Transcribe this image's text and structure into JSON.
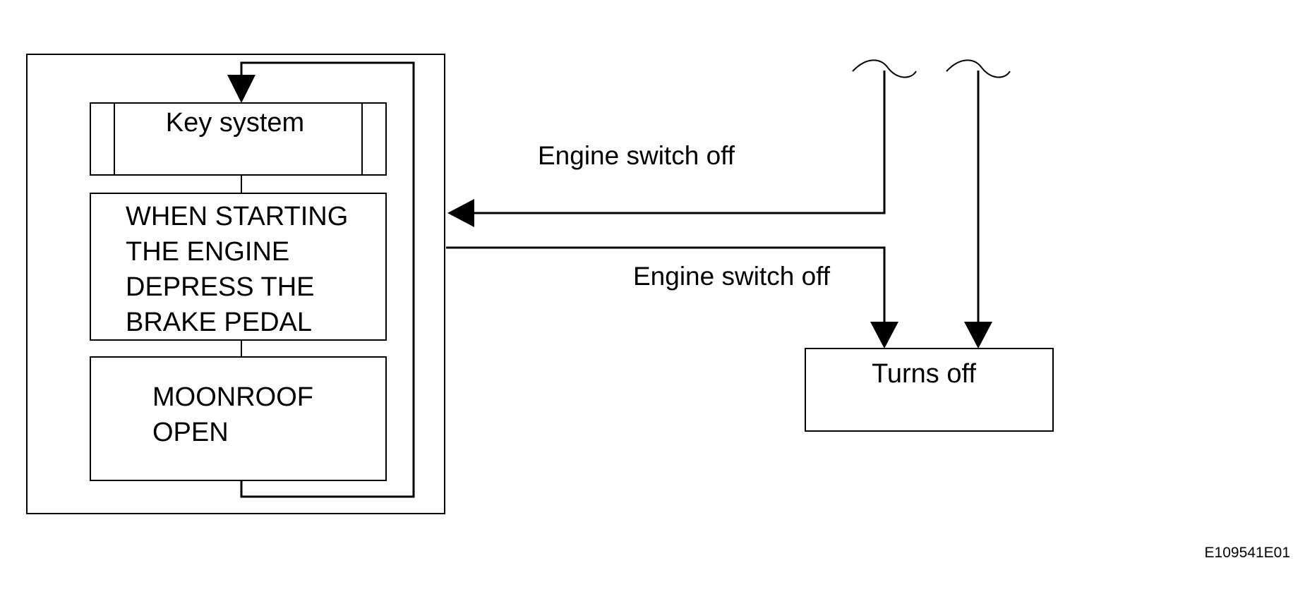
{
  "display_panel": {
    "key_system_label": "Key system",
    "message_lines": [
      "WHEN STARTING",
      "THE ENGINE",
      "DEPRESS THE",
      "BRAKE PEDAL"
    ],
    "moonroof_lines": [
      "MOONROOF",
      "OPEN"
    ]
  },
  "transitions": {
    "to_display_label": "Engine switch off",
    "to_off_label": "Engine switch off"
  },
  "result_box": {
    "label": "Turns off"
  },
  "figure_code": "E109541E01"
}
